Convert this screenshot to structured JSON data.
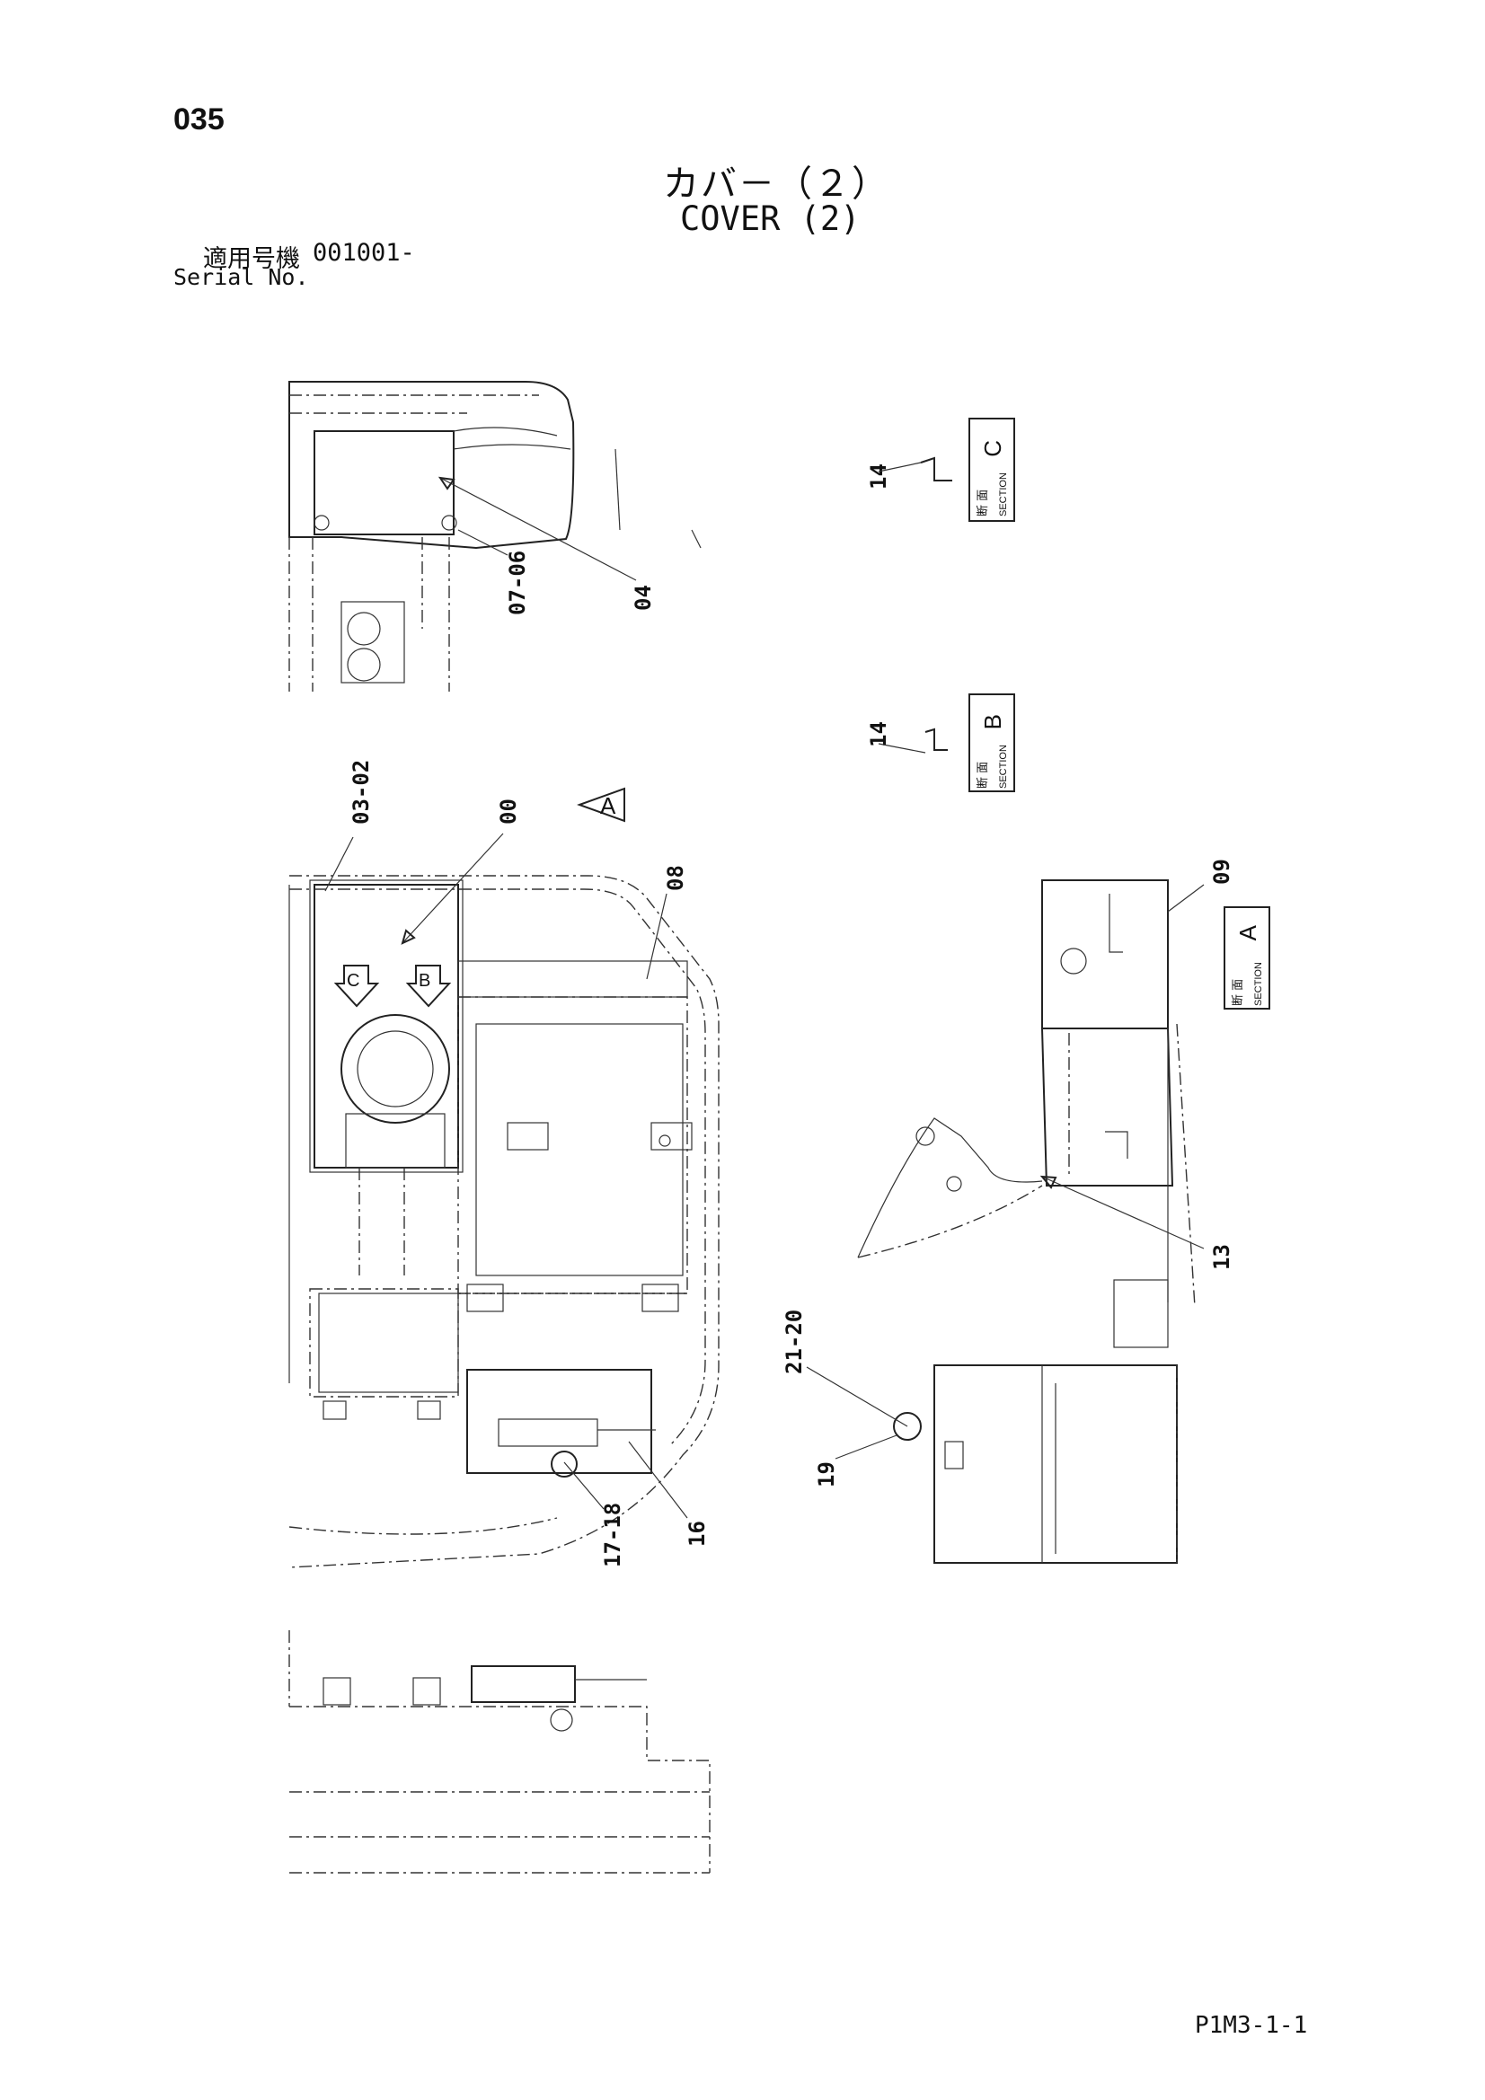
{
  "page": {
    "number": "035",
    "title_jp": "カバ－（２）",
    "title_en": "COVER (2)",
    "serial_jp": "適用号機",
    "serial_value": "001001-",
    "serial_en": "Serial No.",
    "code": "P1M3-1-1"
  },
  "sections": {
    "A": {
      "letter": "A",
      "jp": "断 面",
      "en": "SECTION"
    },
    "B": {
      "letter": "B",
      "jp": "断 面",
      "en": "SECTION"
    },
    "C": {
      "letter": "C",
      "jp": "断 面",
      "en": "SECTION"
    }
  },
  "view_arrows": {
    "A": "A",
    "B": "B",
    "C": "C"
  },
  "callouts": {
    "c0706": "07-06",
    "c04": "04",
    "c14c": "14",
    "c14b": "14",
    "c0302": "03-02",
    "c00": "00",
    "c08": "08",
    "c09": "09",
    "c13": "13",
    "c2120": "21-20",
    "c19": "19",
    "c1718": "17-18",
    "c16": "16"
  }
}
